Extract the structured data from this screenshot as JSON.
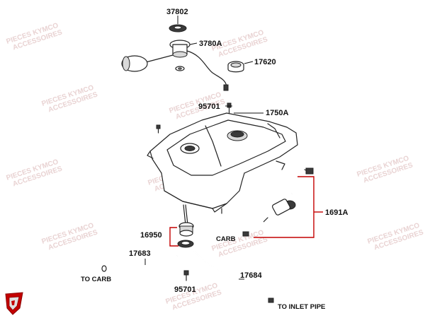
{
  "watermark": {
    "line1": "PIECES KYMCO",
    "line2": "ACCESSOIRES"
  },
  "labels": {
    "part_37802": "37802",
    "part_3780A": "3780A",
    "part_17620": "17620",
    "part_95701_top": "95701",
    "part_1750A": "1750A",
    "part_1691A": "1691A",
    "part_16950": "16950",
    "part_17683": "17683",
    "part_17684": "17684",
    "part_95701_bottom": "95701",
    "carb": "CARB",
    "to_carb": "TO CARB",
    "to_inlet_pipe": "TO INLET PIPE"
  },
  "colors": {
    "bracket": "#c40000",
    "lines": "#222222",
    "logo": "#c40000"
  }
}
